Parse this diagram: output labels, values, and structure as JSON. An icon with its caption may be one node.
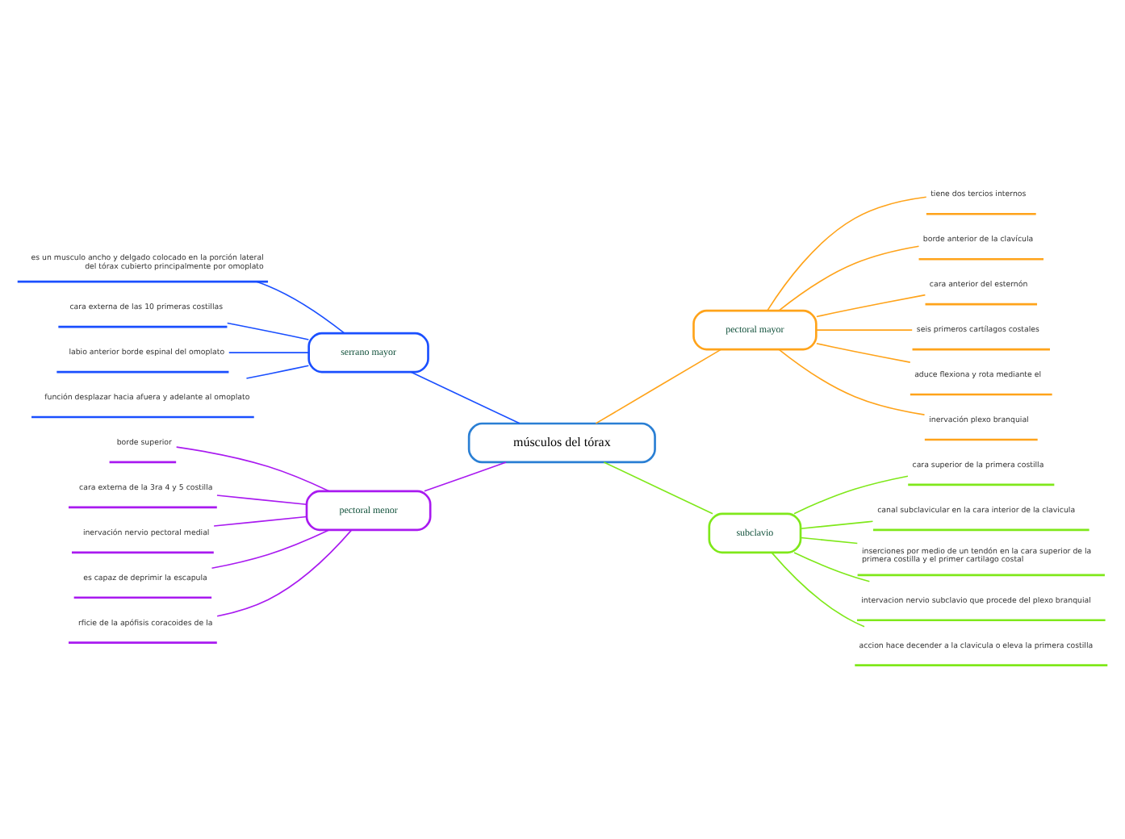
{
  "diagram": {
    "nodes": [
      {
        "text": [
          "músculos del tórax"
        ]
      },
      {
        "text": [
          "serrano mayor"
        ]
      },
      {
        "text": [
          "es un musculo ancho y delgado colocado en la porción lateral del tórax cubierto principalmente por omoplato"
        ]
      },
      {
        "text": [
          "cara externa de las 10 primeras costillas"
        ]
      },
      {
        "text": [
          "labio anterior borde espinal del omoplato"
        ]
      },
      {
        "text": [
          "función desplazar hacia afuera y adelante al omoplato"
        ]
      },
      {
        "text": [
          "pectoral mayor"
        ]
      },
      {
        "text": [
          "tiene dos tercios internos"
        ]
      },
      {
        "text": [
          "borde anterior de la clavícula"
        ]
      },
      {
        "text": [
          "cara anterior del esternón"
        ]
      },
      {
        "text": [
          "seis primeros cartílagos costales"
        ]
      },
      {
        "text": [
          "aduce flexiona y rota mediante el"
        ]
      },
      {
        "text": [
          "inervación plexo branquial"
        ]
      },
      {
        "text": [
          "pectoral menor"
        ]
      },
      {
        "text": [
          "borde superior"
        ]
      },
      {
        "text": [
          "cara externa de la 3ra 4 y 5 costilla"
        ]
      },
      {
        "text": [
          "inervación nervio pectoral medial"
        ]
      },
      {
        "text": [
          "es capaz de deprimir la escapula"
        ]
      },
      {
        "text": [
          "rficie de la apófisis coracoides de la"
        ]
      },
      {
        "text": [
          "subclavio"
        ]
      },
      {
        "text": [
          "cara superior de la primera costilla"
        ]
      },
      {
        "text": [
          "canal subclavicular en la cara interior de la clavicula"
        ]
      },
      {
        "text": [
          "inserciones por medio de un tendón en la cara superior de la primera costilla y el primer cartilago costal"
        ]
      },
      {
        "text": [
          "intervacion nervio subclavio que procede del plexo branquial"
        ]
      },
      {
        "text": [
          "accion hace decender a la clavicula o eleva la primera costilla"
        ]
      }
    ],
    "edges": [
      {
        "from": 0,
        "to": 1,
        "arrow": "none",
        "color": "#1a4fff"
      },
      {
        "from": 1,
        "to": 2,
        "arrow": "none",
        "color": "#1a4fff"
      },
      {
        "from": 1,
        "to": 3,
        "arrow": "none",
        "color": "#1a4fff"
      },
      {
        "from": 1,
        "to": 4,
        "arrow": "none",
        "color": "#1a4fff"
      },
      {
        "from": 1,
        "to": 5,
        "arrow": "none",
        "color": "#1a4fff"
      },
      {
        "from": 0,
        "to": 6,
        "arrow": "none",
        "color": "#ffa31a"
      },
      {
        "from": 6,
        "to": 7,
        "arrow": "none",
        "color": "#ffa31a"
      },
      {
        "from": 6,
        "to": 8,
        "arrow": "none",
        "color": "#ffa31a"
      },
      {
        "from": 6,
        "to": 9,
        "arrow": "none",
        "color": "#ffa31a"
      },
      {
        "from": 6,
        "to": 10,
        "arrow": "none",
        "color": "#ffa31a"
      },
      {
        "from": 6,
        "to": 11,
        "arrow": "none",
        "color": "#ffa31a"
      },
      {
        "from": 6,
        "to": 12,
        "arrow": "none",
        "color": "#ffa31a"
      },
      {
        "from": 0,
        "to": 13,
        "arrow": "none",
        "color": "#a91af0"
      },
      {
        "from": 13,
        "to": 14,
        "arrow": "none",
        "color": "#a91af0"
      },
      {
        "from": 13,
        "to": 15,
        "arrow": "none",
        "color": "#a91af0"
      },
      {
        "from": 13,
        "to": 16,
        "arrow": "none",
        "color": "#a91af0"
      },
      {
        "from": 13,
        "to": 17,
        "arrow": "none",
        "color": "#a91af0"
      },
      {
        "from": 13,
        "to": 18,
        "arrow": "none",
        "color": "#a91af0"
      },
      {
        "from": 0,
        "to": 19,
        "arrow": "none",
        "color": "#7fe81a"
      },
      {
        "from": 19,
        "to": 20,
        "arrow": "none",
        "color": "#7fe81a"
      },
      {
        "from": 19,
        "to": 21,
        "arrow": "none",
        "color": "#7fe81a"
      },
      {
        "from": 19,
        "to": 22,
        "arrow": "none",
        "color": "#7fe81a"
      },
      {
        "from": 19,
        "to": 23,
        "arrow": "none",
        "color": "#7fe81a"
      },
      {
        "from": 19,
        "to": 24,
        "arrow": "none",
        "color": "#7fe81a"
      }
    ]
  }
}
